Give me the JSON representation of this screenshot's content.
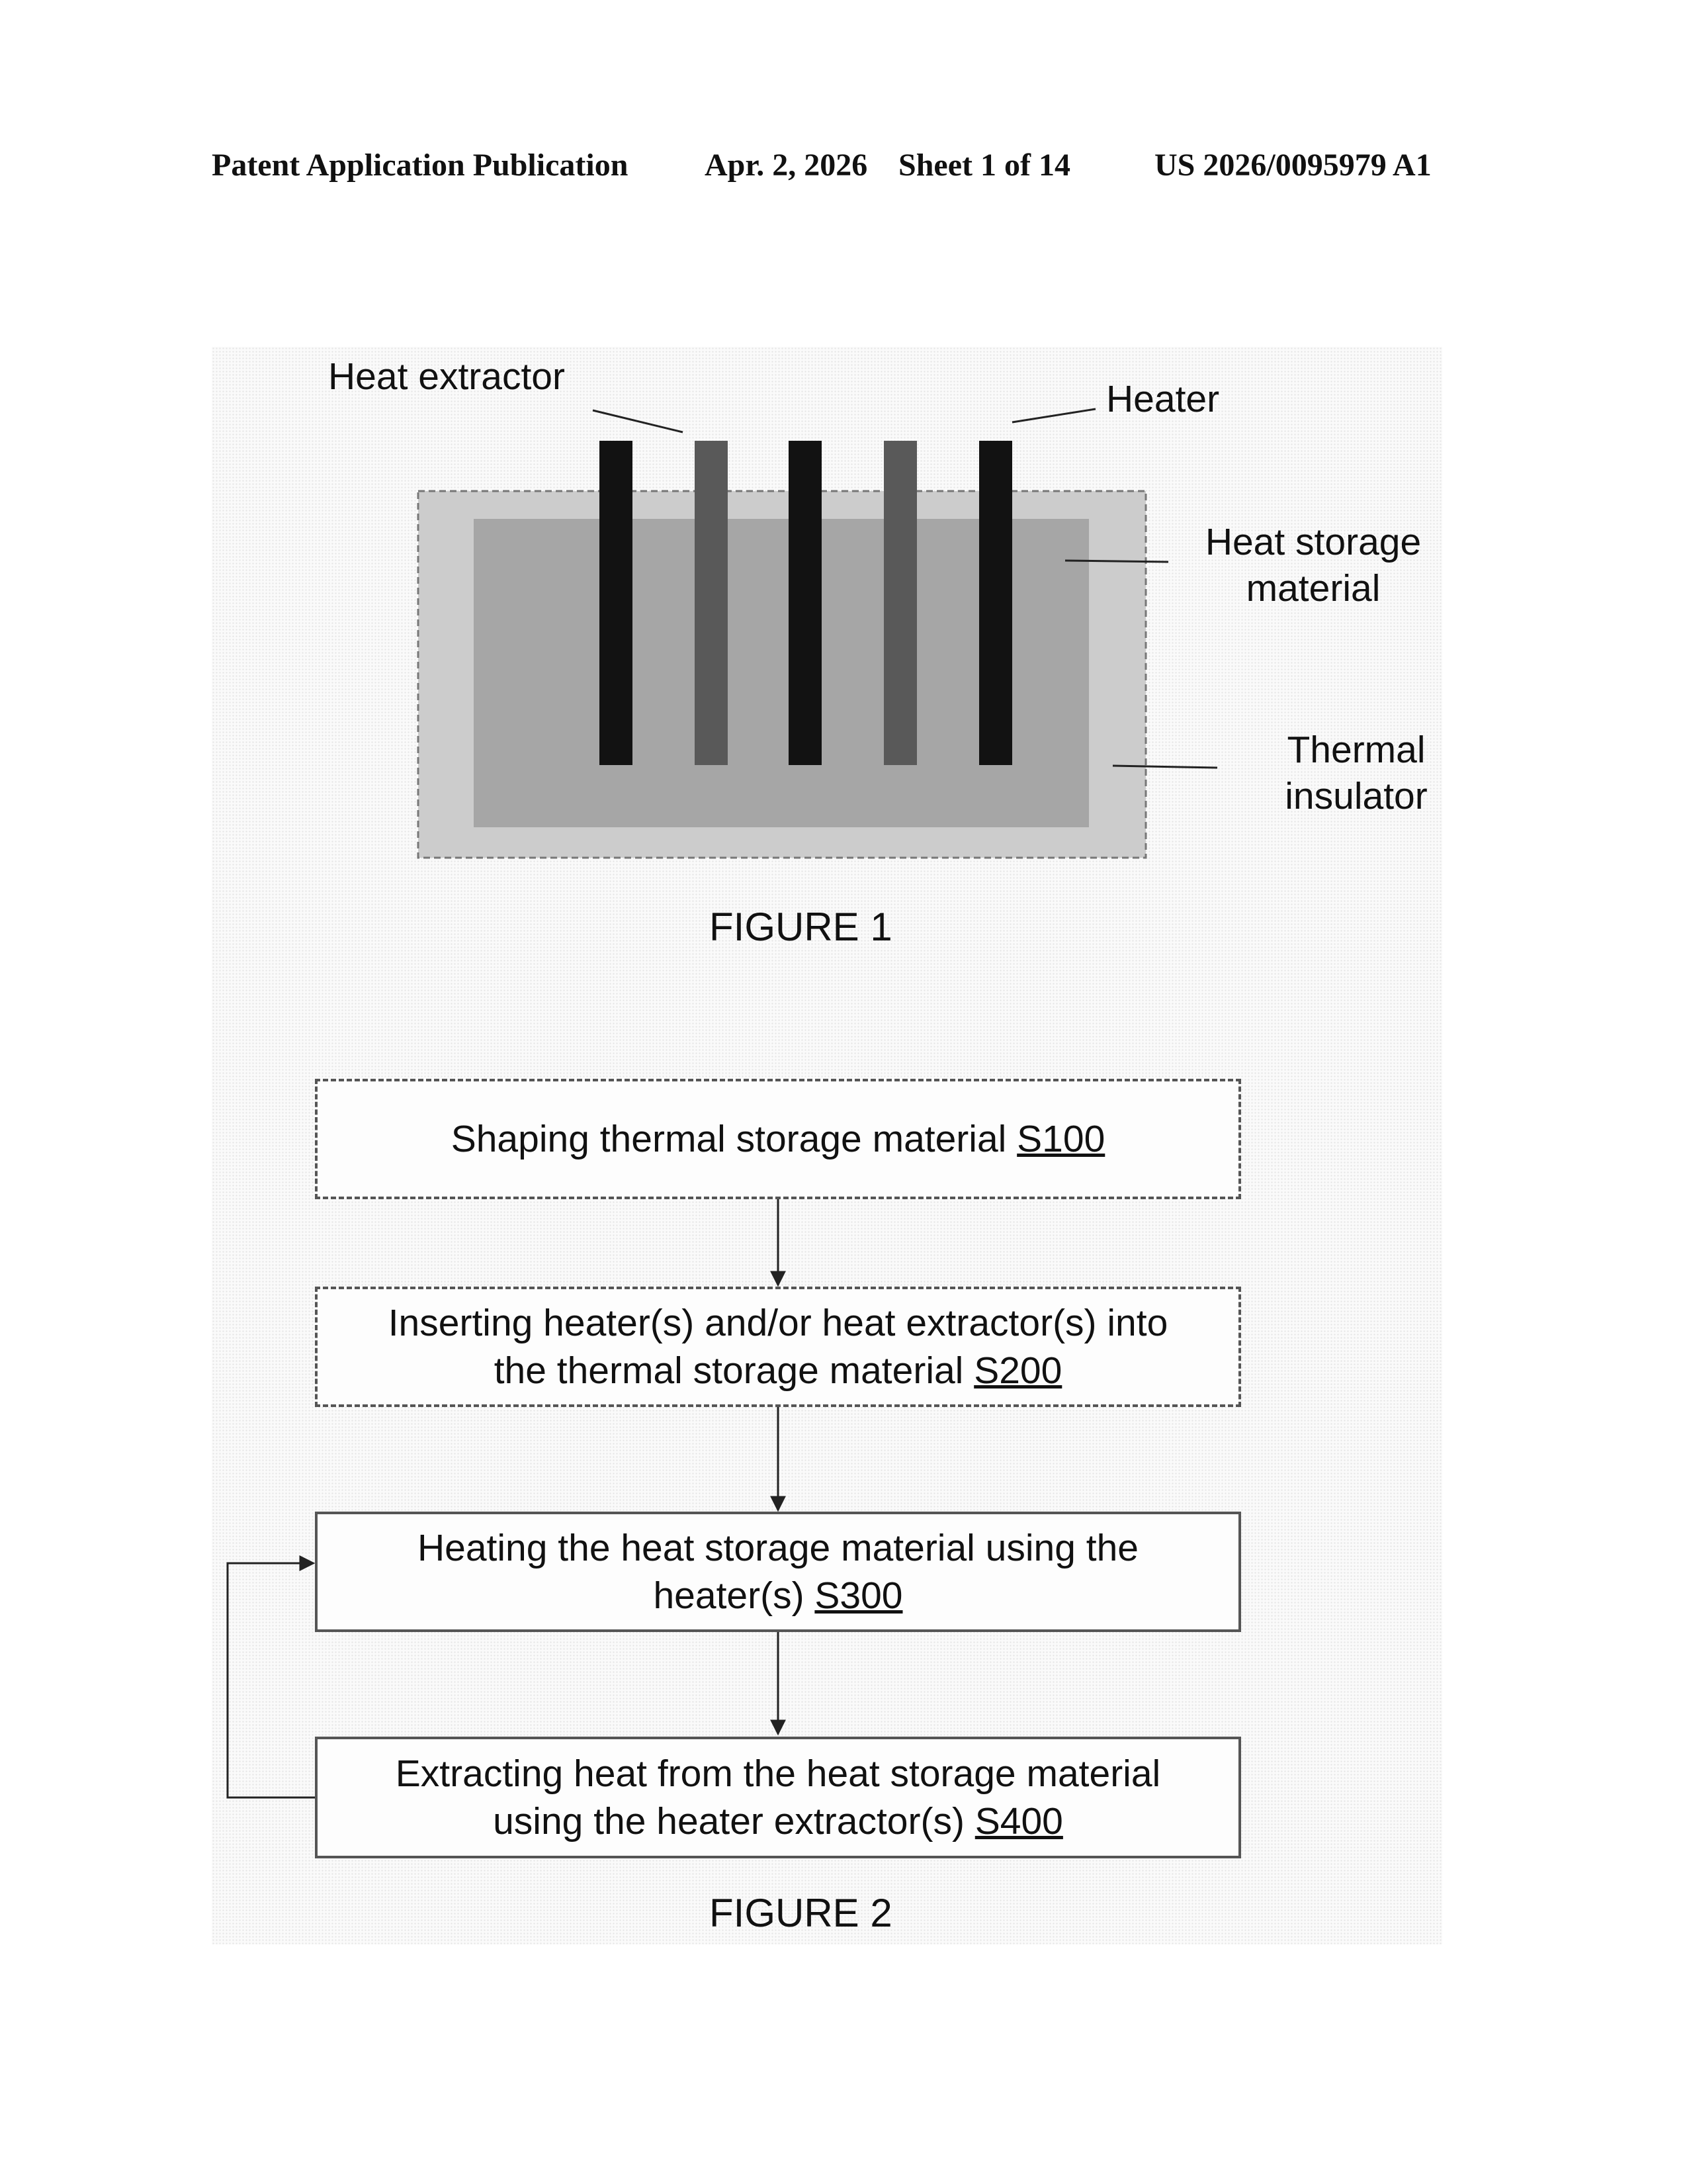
{
  "header": {
    "publication": "Patent Application Publication",
    "date": "Apr. 2, 2026",
    "sheet": "Sheet 1 of 14",
    "number": "US 2026/0095979 A1"
  },
  "figure1": {
    "caption": "FIGURE 1",
    "labels": {
      "heat_extractor": "Heat extractor",
      "heater": "Heater",
      "heat_storage_line1": "Heat storage",
      "heat_storage_line2": "material",
      "insulator_line1": "Thermal",
      "insulator_line2": "insulator"
    },
    "colors": {
      "insulator": "#cccccc",
      "storage": "#a6a6a6",
      "heater": "#121212",
      "extractor": "#595959"
    }
  },
  "figure2": {
    "caption": "FIGURE 2",
    "steps": [
      {
        "line1": "Shaping thermal storage material ",
        "line2": "",
        "id": "S100"
      },
      {
        "line1": "Inserting heater(s) and/or heat extractor(s) into",
        "line2": "the thermal storage material ",
        "id": "S200"
      },
      {
        "line1": "Heating the heat storage material using the",
        "line2": "heater(s) ",
        "id": "S300"
      },
      {
        "line1": "Extracting heat from the heat storage material",
        "line2": "using the heater extractor(s) ",
        "id": "S400"
      }
    ]
  }
}
